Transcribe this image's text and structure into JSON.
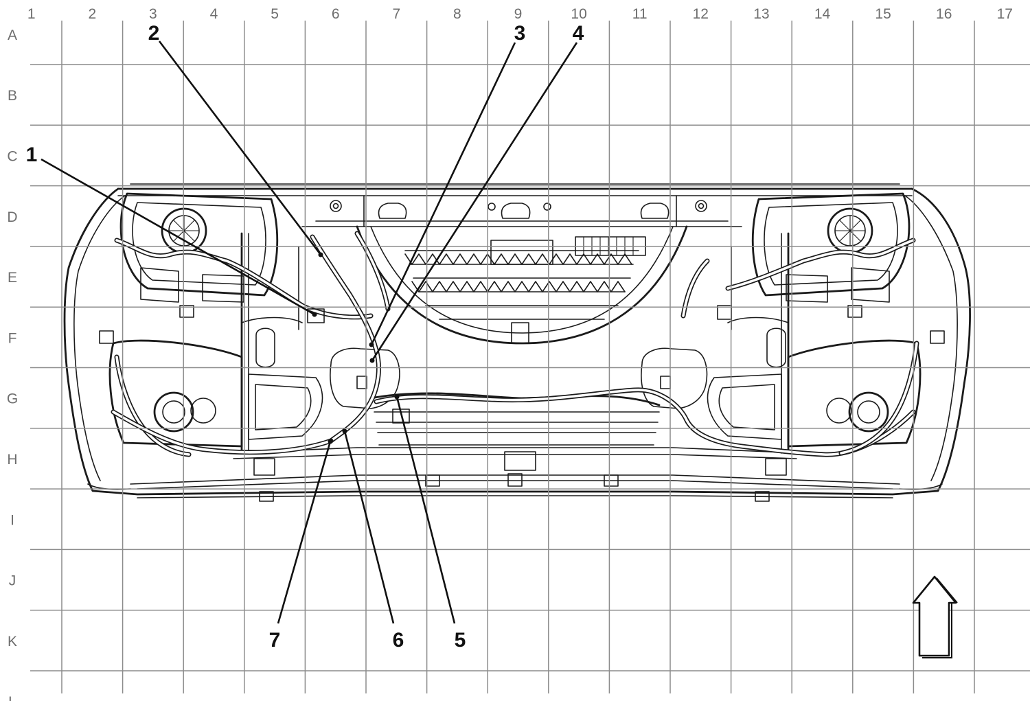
{
  "grid": {
    "columns": [
      "1",
      "2",
      "3",
      "4",
      "5",
      "6",
      "7",
      "8",
      "9",
      "10",
      "11",
      "12",
      "13",
      "14",
      "15",
      "16",
      "17"
    ],
    "rows": [
      "A",
      "B",
      "C",
      "D",
      "E",
      "F",
      "G",
      "H",
      "I",
      "J",
      "K",
      "L"
    ]
  },
  "callouts": [
    {
      "id": "1",
      "label": "1"
    },
    {
      "id": "2",
      "label": "2"
    },
    {
      "id": "3",
      "label": "3"
    },
    {
      "id": "4",
      "label": "4"
    },
    {
      "id": "5",
      "label": "5"
    },
    {
      "id": "6",
      "label": "6"
    },
    {
      "id": "7",
      "label": "7"
    }
  ],
  "orientation_arrow": {
    "icon": "up-arrow-icon",
    "direction": "up"
  },
  "colors": {
    "line": "#1b1b1b",
    "grid": "#8c8c8c",
    "grid_label": "#6e6e6e",
    "background": "#ffffff"
  }
}
